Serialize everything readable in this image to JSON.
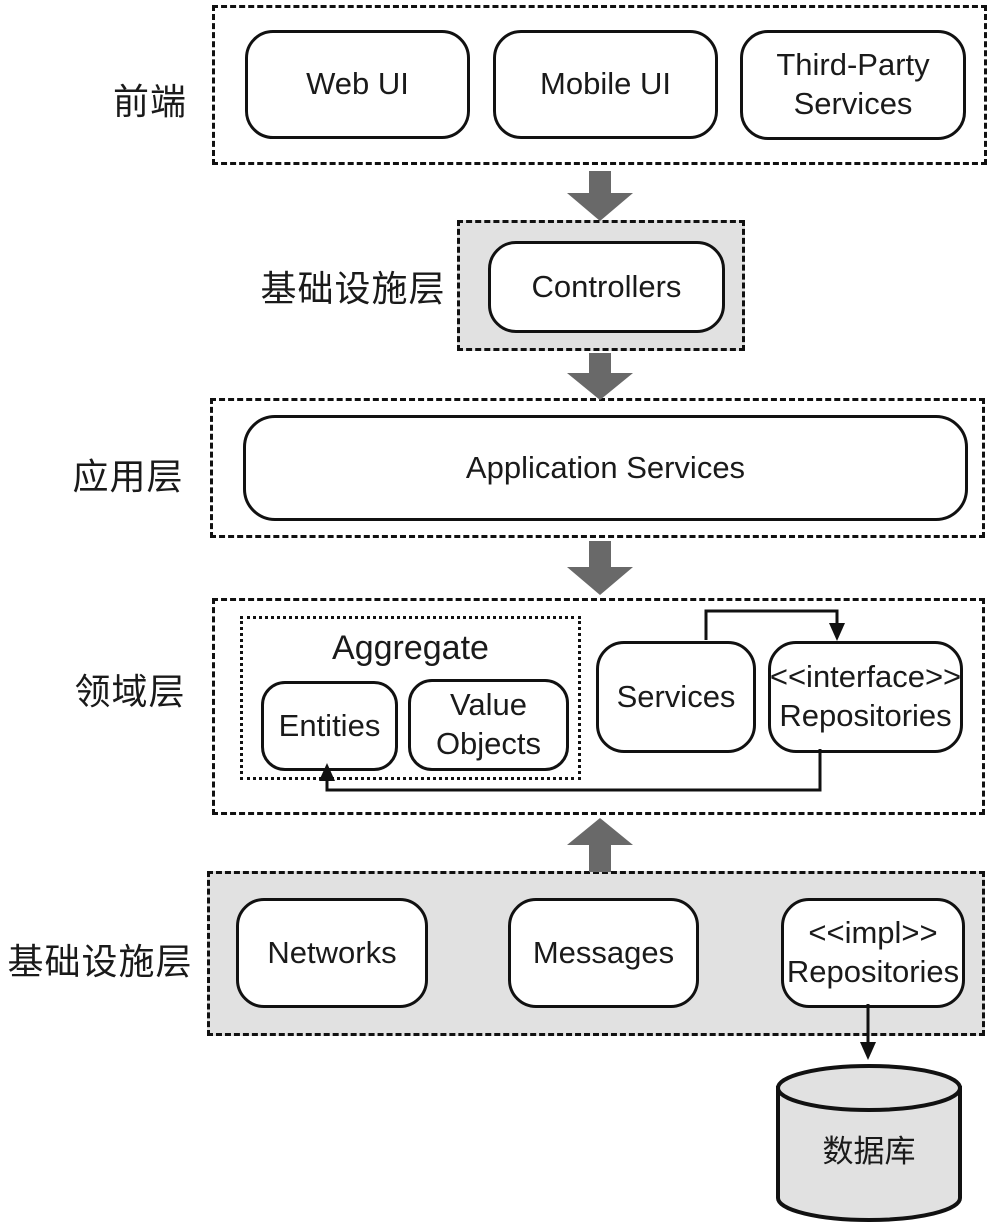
{
  "title": "DDD layered architecture diagram",
  "layers": {
    "frontend": {
      "label": "前端",
      "nodes": [
        {
          "label": "Web UI"
        },
        {
          "label": "Mobile UI"
        },
        {
          "label": "Third-Party\nServices"
        }
      ]
    },
    "interface_top": {
      "label": "基础设施层",
      "nodes": [
        {
          "label": "Controllers"
        }
      ]
    },
    "application": {
      "label": "应用层",
      "nodes": [
        {
          "label": "Application Services"
        }
      ]
    },
    "domain": {
      "label": "领域层",
      "aggregate": {
        "title": "Aggregate",
        "nodes": [
          {
            "label": "Entities"
          },
          {
            "label": "Value\nObjects"
          }
        ]
      },
      "nodes": [
        {
          "label": "Services"
        },
        {
          "label": "<<interface>>\nRepositories"
        }
      ]
    },
    "infrastructure": {
      "label": "基础设施层",
      "nodes": [
        {
          "label": "Networks"
        },
        {
          "label": "Messages"
        },
        {
          "label": "<<impl>>\nRepositories"
        }
      ]
    }
  },
  "database": {
    "label": "数据库"
  },
  "colors": {
    "layer_fill_gray": "#e1e1e1",
    "arrow_gray": "#696969",
    "line": "#111111"
  }
}
